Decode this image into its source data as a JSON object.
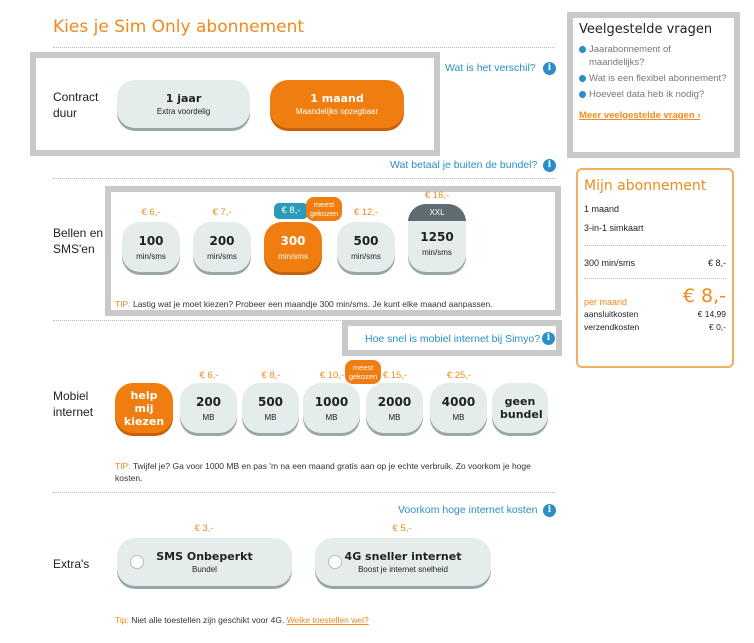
{
  "title": "Kies je Sim Only abonnement",
  "contract": {
    "label": "Contract duur",
    "help_link": "Wat is het verschil?",
    "options": [
      {
        "title": "1 jaar",
        "sub": "Extra voordelig",
        "selected": false
      },
      {
        "title": "1 maand",
        "sub": "Maandelijks opzegbaar",
        "selected": true
      }
    ]
  },
  "bundle_link": "Wat betaal je buiten de bundel?",
  "calls": {
    "label": "Bellen en SMS'en",
    "unit": "min/sms",
    "popular": "meest gekozen",
    "xxl": "XXL",
    "options": [
      {
        "price": "€ 6,-",
        "value": "100"
      },
      {
        "price": "€ 7,-",
        "value": "200"
      },
      {
        "price": "€ 8,-",
        "value": "300",
        "selected": true
      },
      {
        "price": "€ 12,-",
        "value": "500"
      },
      {
        "price": "€ 16,-",
        "value": "1250"
      }
    ],
    "tip_label": "TIP:",
    "tip": "Lastig wat je moet kiezen? Probeer een maandje 300 min/sms. Je kunt elke maand aanpassen."
  },
  "internet_link": "Hoe snel is mobiel internet bij Simyo?",
  "data": {
    "label": "Mobiel internet",
    "help": "help mij kiezen",
    "unit": "MB",
    "popular": "meest gekozen",
    "none": "geen bundel",
    "options": [
      {
        "price": "€ 6,-",
        "value": "200"
      },
      {
        "price": "€ 8,-",
        "value": "500"
      },
      {
        "price": "€ 10,-",
        "value": "1000"
      },
      {
        "price": "€ 15,-",
        "value": "2000"
      },
      {
        "price": "€ 25,-",
        "value": "4000"
      }
    ],
    "tip_label": "TIP:",
    "tip": "Twijfel je? Ga voor 1000 MB en pas 'm na een maand gratis aan op je echte verbruik. Zo voorkom je hoge kosten."
  },
  "costs_link": "Voorkom hoge internet kosten",
  "extras": {
    "label": "Extra's",
    "options": [
      {
        "price": "€ 3,-",
        "title": "SMS Onbeperkt",
        "sub": "Bundel"
      },
      {
        "price": "€ 5,-",
        "title": "4G sneller internet",
        "sub": "Boost je internet snelheid"
      }
    ],
    "tip_label": "Tip:",
    "tip": "Niet alle toestellen zijn geschikt voor 4G.",
    "tip_link": "Welke toestellen wel?"
  },
  "faq": {
    "title": "Veelgestelde vragen",
    "items": [
      "Jaarabonnement of maandelijks?",
      "Wat is een flexibel abonnement?",
      "Hoeveel data heb ik nodig?"
    ],
    "more": "Meer veelgestelde vragen ›"
  },
  "summary": {
    "title": "Mijn abonnement",
    "duration": "1 maand",
    "sim": "3-in-1 simkaart",
    "bundle": "300 min/sms",
    "bundle_price": "€ 8,-",
    "per_month_label": "per maand",
    "per_month": "€ 8,-",
    "connect_label": "aansluitkosten",
    "connect": "€ 14,99",
    "shipping_label": "verzendkosten",
    "shipping": "€ 0,-"
  }
}
